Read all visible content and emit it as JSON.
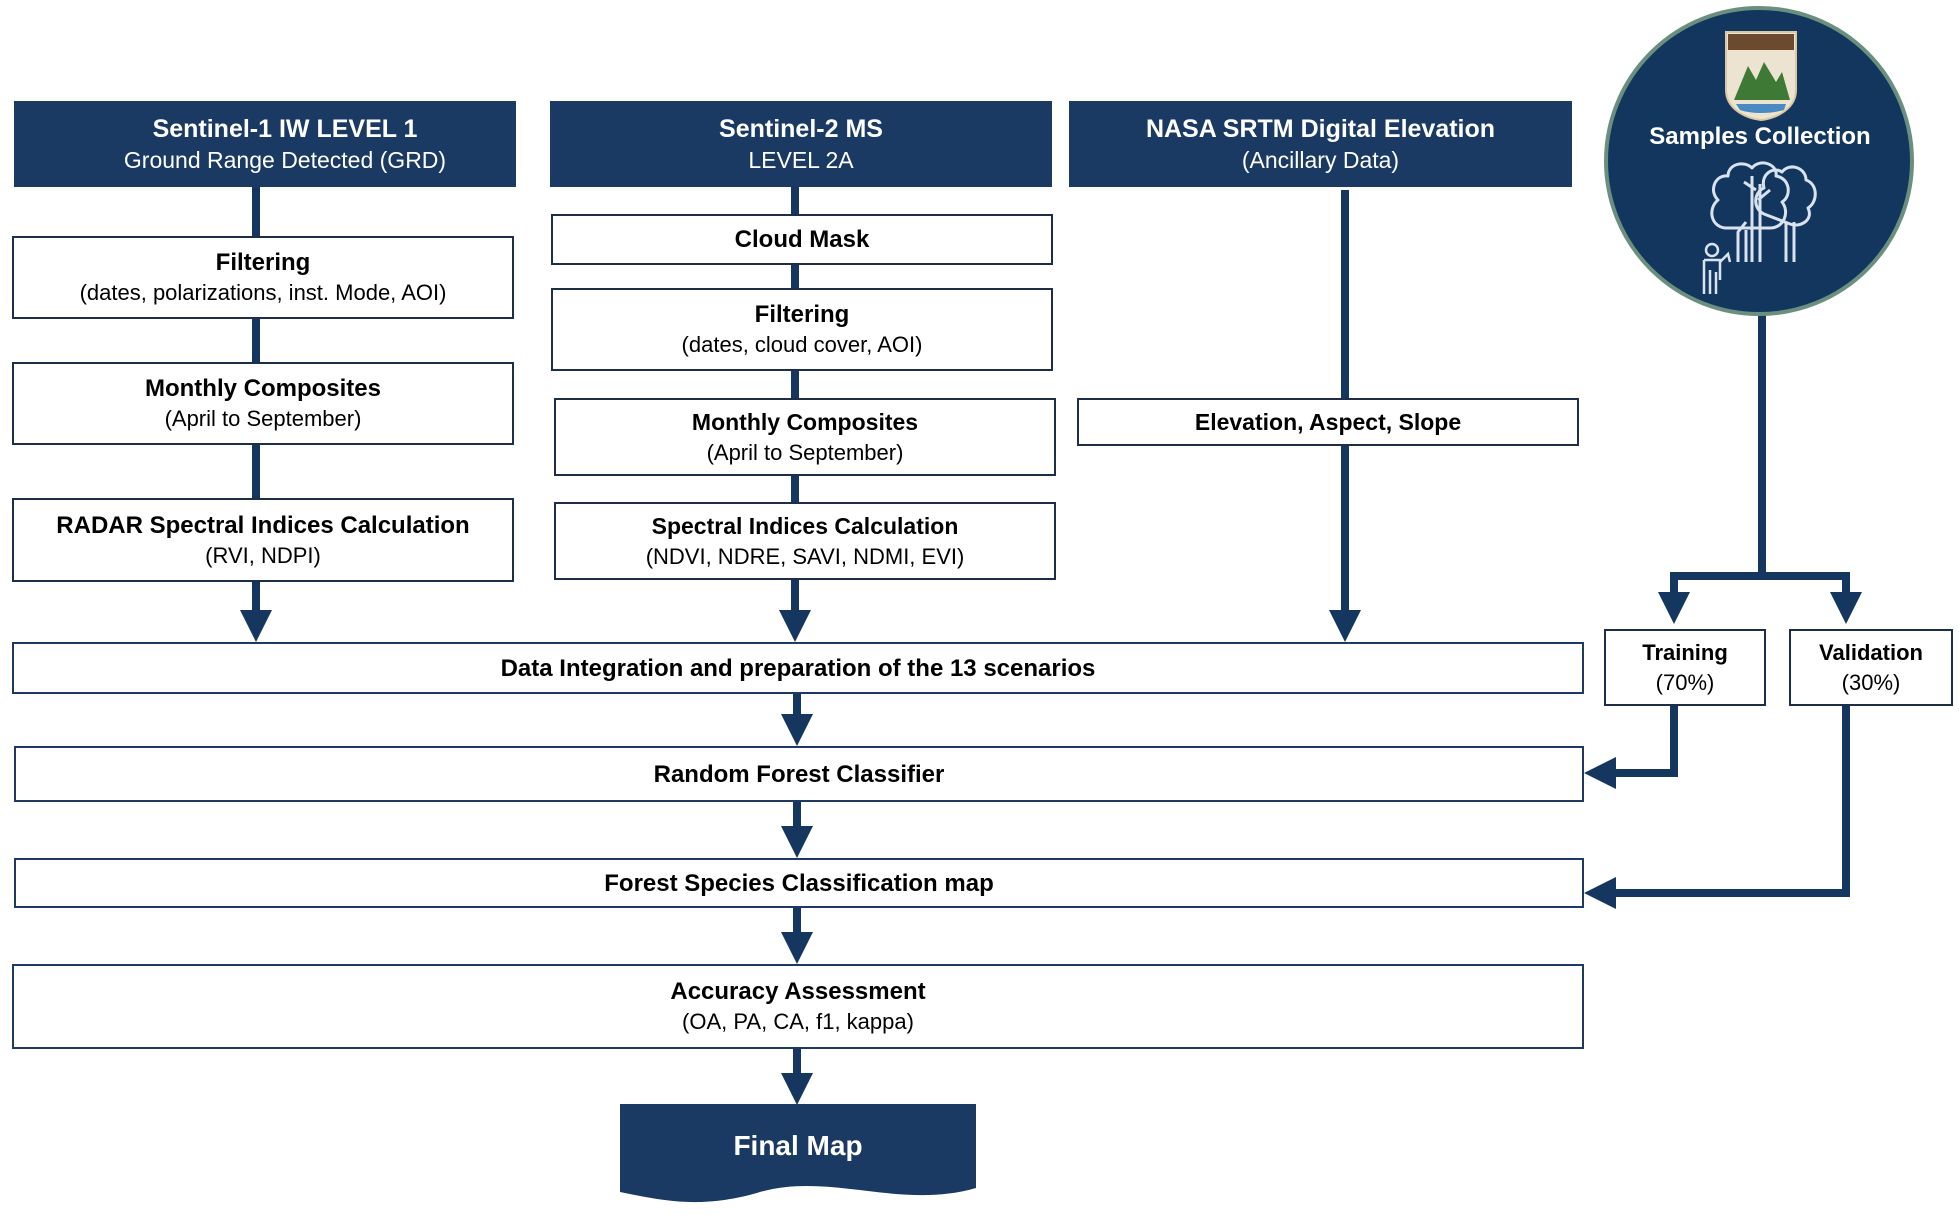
{
  "sources": {
    "sentinel1": {
      "title": "Sentinel-1 IW LEVEL 1",
      "subtitle": "Ground Range Detected (GRD)"
    },
    "sentinel2": {
      "title": "Sentinel-2 MS",
      "subtitle": "LEVEL 2A"
    },
    "srtm": {
      "title": "NASA SRTM Digital Elevation",
      "subtitle": "(Ancillary Data)"
    },
    "samples": {
      "title": "Samples Collection"
    }
  },
  "s1_steps": [
    {
      "title": "Filtering",
      "detail": "(dates, polarizations, inst. Mode, AOI)"
    },
    {
      "title": "Monthly Composites",
      "detail": "(April to September)"
    },
    {
      "title": "RADAR Spectral Indices Calculation",
      "detail": "(RVI, NDPI)"
    }
  ],
  "s2_steps": [
    {
      "title": "Cloud Mask"
    },
    {
      "title": "Filtering",
      "detail": "(dates, cloud cover, AOI)"
    },
    {
      "title": "Monthly Composites",
      "detail": "(April to September)"
    },
    {
      "title": "Spectral Indices Calculation",
      "detail": "(NDVI, NDRE, SAVI, NDMI, EVI)"
    }
  ],
  "srtm_steps": [
    {
      "title": "Elevation, Aspect, Slope"
    }
  ],
  "split": {
    "training": {
      "title": "Training",
      "detail": "(70%)"
    },
    "validation": {
      "title": "Validation",
      "detail": "(30%)"
    }
  },
  "pipeline": {
    "integration": "Data Integration and preparation of the 13 scenarios",
    "classifier": "Random Forest Classifier",
    "map": "Forest Species Classification map",
    "accuracy": {
      "title": "Accuracy Assessment",
      "detail": "(OA, PA, CA, f1, kappa)"
    },
    "final": "Final Map"
  },
  "colors": {
    "dark_blue": "#1a3a64",
    "connector": "#14365f",
    "logo_brown": "#6b4a2e"
  },
  "icons": [
    "satellite-icon",
    "department-logo-icon",
    "trees-icon",
    "person-icon"
  ]
}
